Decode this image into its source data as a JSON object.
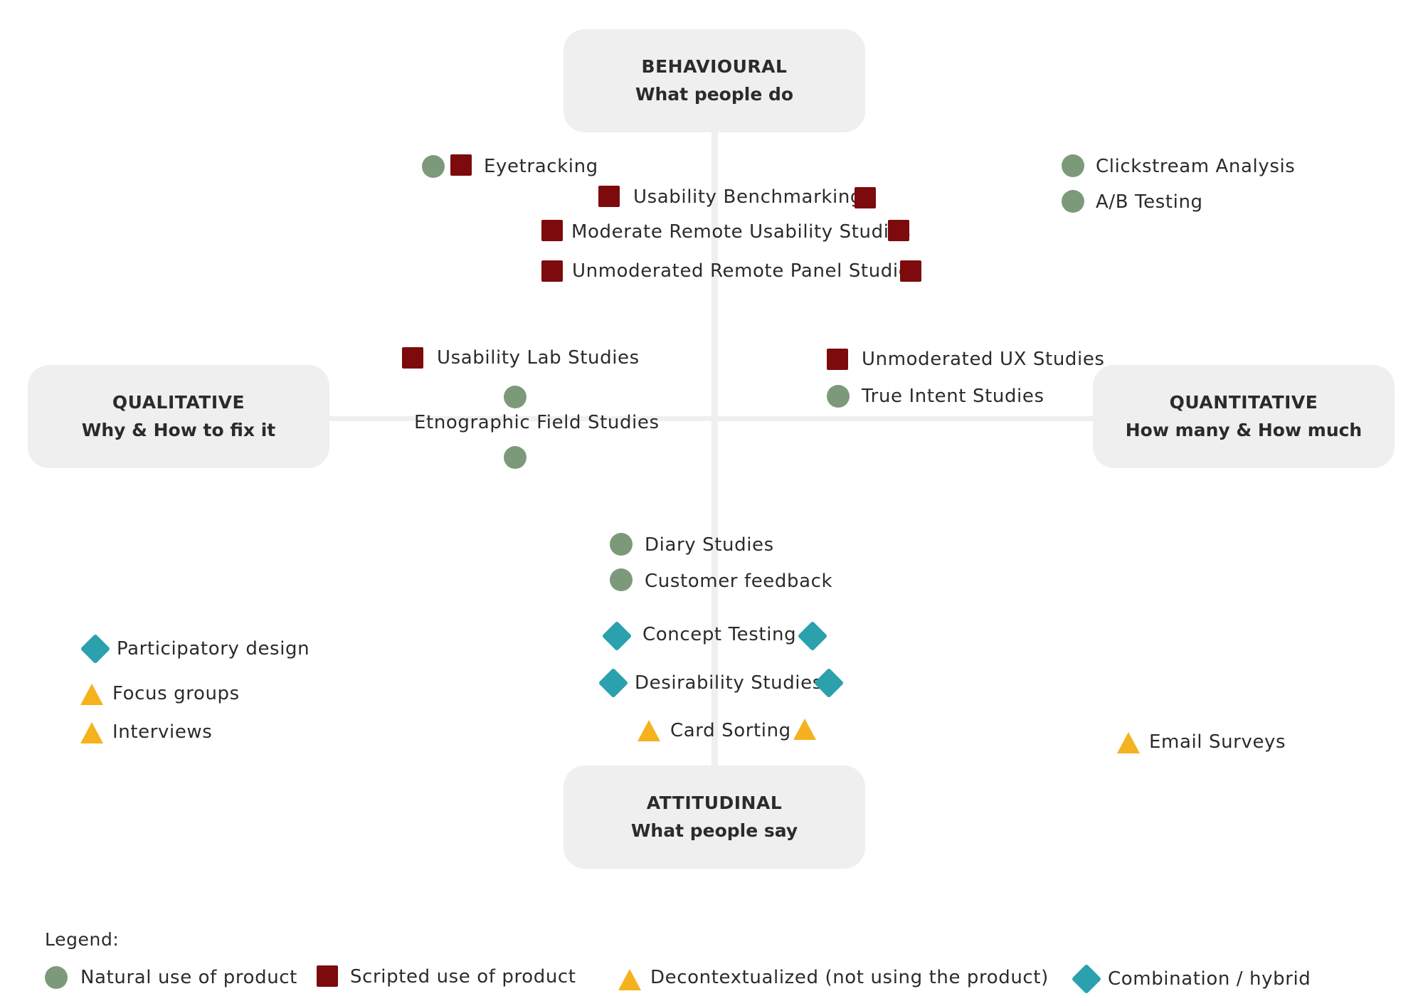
{
  "axes": {
    "top": {
      "title": "BEHAVIOURAL",
      "subtitle": "What people do"
    },
    "bottom": {
      "title": "ATTITUDINAL",
      "subtitle": "What people say"
    },
    "left": {
      "title": "QUALITATIVE",
      "subtitle": "Why & How to fix it"
    },
    "right": {
      "title": "QUANTITATIVE",
      "subtitle": "How many & How much"
    }
  },
  "methods": {
    "eyetracking": "Eyetracking",
    "usability_benchmarking": "Usability Benchmarking",
    "moderate_remote": "Moderate Remote Usability Studies",
    "unmoderated_panel": "Unmoderated Remote Panel Studies",
    "clickstream": "Clickstream Analysis",
    "ab_testing": "A/B Testing",
    "usability_lab": "Usability Lab Studies",
    "ethnographic": "Etnographic Field Studies",
    "unmoderated_ux": "Unmoderated UX Studies",
    "true_intent": "True Intent Studies",
    "diary": "Diary Studies",
    "customer_feedback": "Customer feedback",
    "concept_testing": "Concept Testing",
    "desirability": "Desirability Studies",
    "card_sorting": "Card Sorting",
    "participatory": "Participatory design",
    "focus_groups": "Focus groups",
    "interviews": "Interviews",
    "email_surveys": "Email Surveys"
  },
  "legend": {
    "title": "Legend:",
    "natural": "Natural use of product",
    "scripted": "Scripted use of product",
    "decontext": "Decontextualized (not using the product)",
    "hybrid": "Combination / hybrid"
  },
  "marker_colors": {
    "natural": "#7c9a79",
    "scripted": "#7d0a0c",
    "decontextualized": "#f4b21e",
    "hybrid": "#2aa1ad"
  }
}
